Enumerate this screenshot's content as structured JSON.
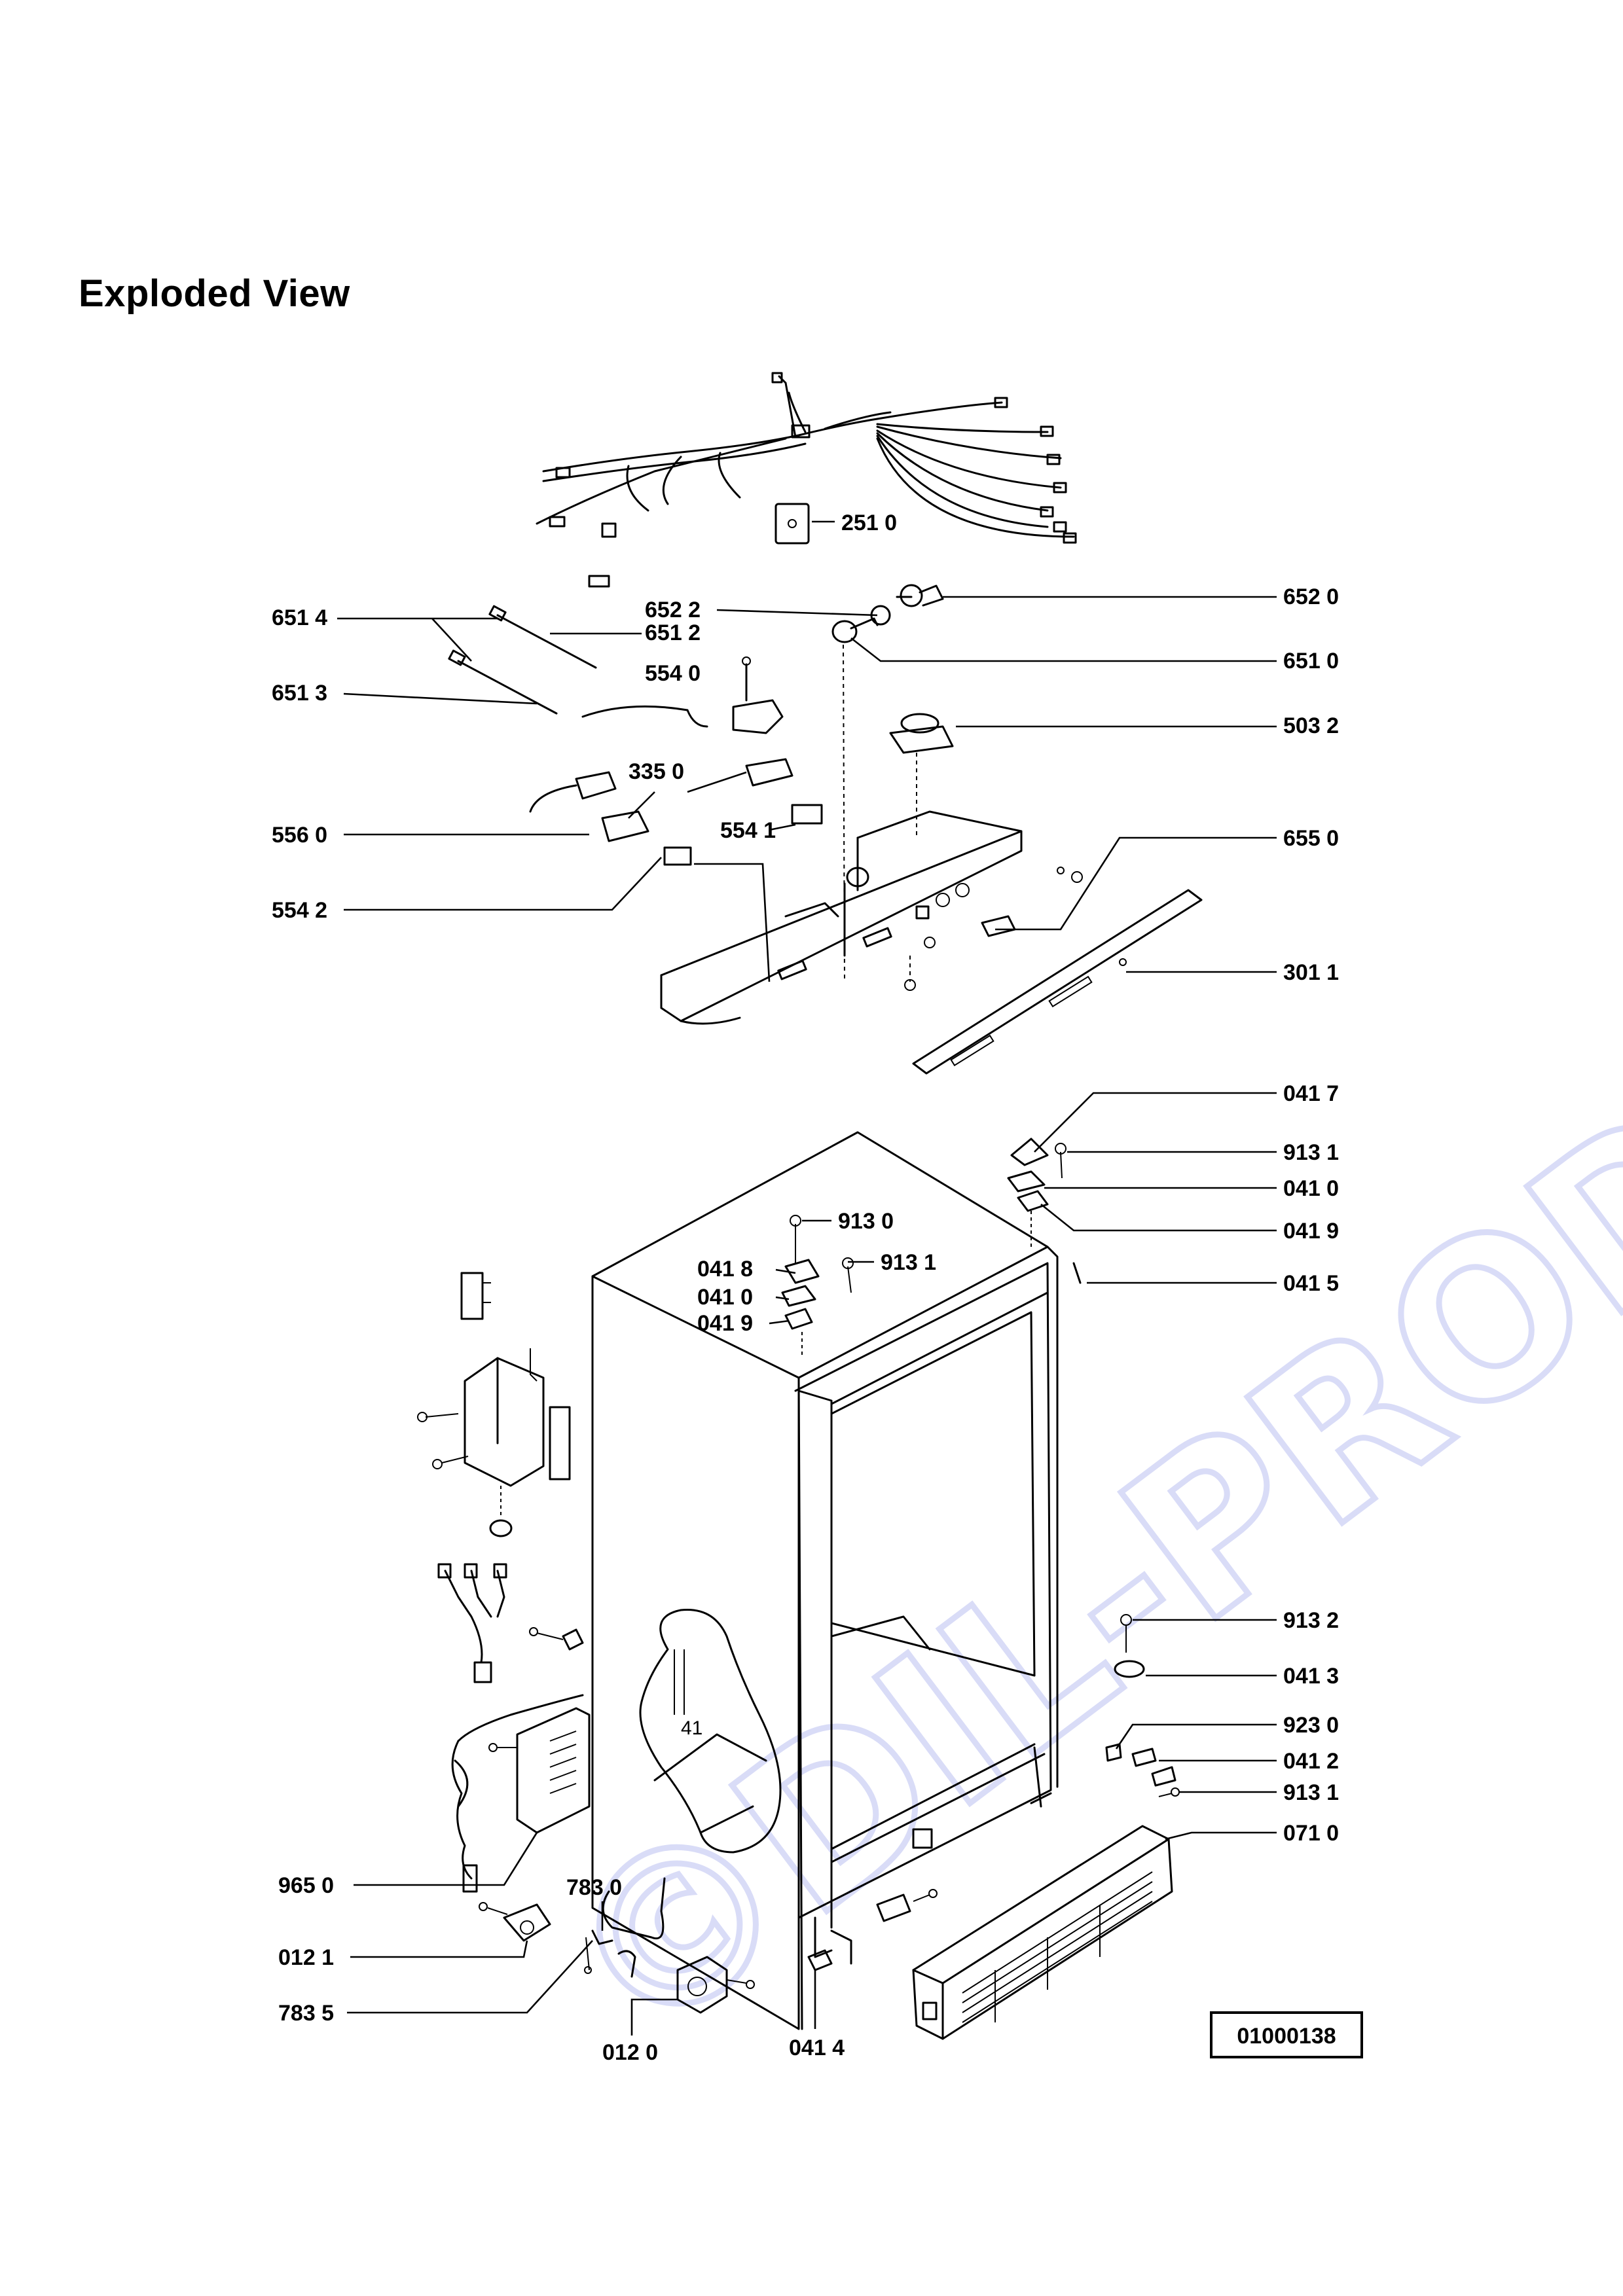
{
  "title": "Exploded View",
  "watermark": "©DIL-PRODEJ.cz",
  "diagram_id": "01000138",
  "inline_label": "41",
  "colors": {
    "ink": "#000000",
    "watermark": "#d9dcf7",
    "background": "#ffffff"
  },
  "callouts": [
    {
      "id": "c2510",
      "text": "251 0"
    },
    {
      "id": "c6514",
      "text": "651 4"
    },
    {
      "id": "c6522",
      "text": "652 2"
    },
    {
      "id": "c6520",
      "text": "652 0"
    },
    {
      "id": "c6512",
      "text": "651 2"
    },
    {
      "id": "c6510",
      "text": "651 0"
    },
    {
      "id": "c6513",
      "text": "651 3"
    },
    {
      "id": "c5540",
      "text": "554 0"
    },
    {
      "id": "c5032",
      "text": "503 2"
    },
    {
      "id": "c3350",
      "text": "335 0"
    },
    {
      "id": "c5560",
      "text": "556 0"
    },
    {
      "id": "c5541",
      "text": "554 1"
    },
    {
      "id": "c6550",
      "text": "655 0"
    },
    {
      "id": "c5542",
      "text": "554 2"
    },
    {
      "id": "c3011",
      "text": "301 1"
    },
    {
      "id": "c0417",
      "text": "041 7"
    },
    {
      "id": "c9131a",
      "text": "913 1"
    },
    {
      "id": "c0410a",
      "text": "041 0"
    },
    {
      "id": "c9130",
      "text": "913 0"
    },
    {
      "id": "c0419a",
      "text": "041 9"
    },
    {
      "id": "c0418",
      "text": "041 8"
    },
    {
      "id": "c9131b",
      "text": "913 1"
    },
    {
      "id": "c0415",
      "text": "041 5"
    },
    {
      "id": "c0410b",
      "text": "041 0"
    },
    {
      "id": "c0419b",
      "text": "041 9"
    },
    {
      "id": "c9132",
      "text": "913 2"
    },
    {
      "id": "c0413",
      "text": "041 3"
    },
    {
      "id": "c9230",
      "text": "923 0"
    },
    {
      "id": "c0412",
      "text": "041 2"
    },
    {
      "id": "c9131c",
      "text": "913 1"
    },
    {
      "id": "c0710",
      "text": "071 0"
    },
    {
      "id": "c9650",
      "text": "965 0"
    },
    {
      "id": "c7830",
      "text": "783 0"
    },
    {
      "id": "c0121",
      "text": "012 1"
    },
    {
      "id": "c7835",
      "text": "783 5"
    },
    {
      "id": "c0120",
      "text": "012 0"
    },
    {
      "id": "c0414",
      "text": "041 4"
    }
  ]
}
